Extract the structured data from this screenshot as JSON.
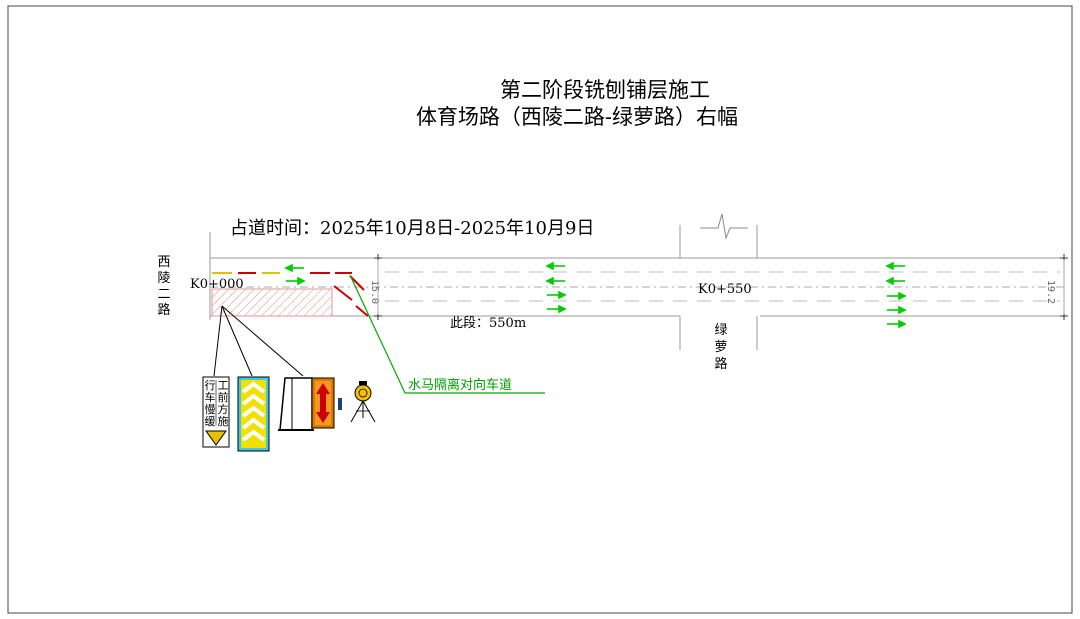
{
  "title_line1": "第二阶段铣刨铺层施工",
  "title_line2": "体育场路（西陵二路-绿萝路）右幅",
  "occupation_time": "占道时间：2025年10月8日-2025年10月9日",
  "left_road": [
    "西",
    "陵",
    "二",
    "路"
  ],
  "right_road": [
    "绿",
    "萝",
    "路"
  ],
  "km_start": "K0+000",
  "km_end": "K0+550",
  "segment_length": "此段：550m",
  "barrier_note": "水马隔离对向车道",
  "sign_text_left": [
    "行",
    "车",
    "慢",
    "缓"
  ],
  "sign_text_right": [
    "工",
    "前",
    "方",
    "施"
  ],
  "dim_width_left": "15.0",
  "dim_width_right": "19.2",
  "colors": {
    "lane_arrow": "#00cc00",
    "barrier_red": "#cc0000",
    "barrier_yellow": "#e0c000",
    "note_line": "#00aa00",
    "chevron_yellow": "#f2e000",
    "sign_orange": "#e07800"
  }
}
